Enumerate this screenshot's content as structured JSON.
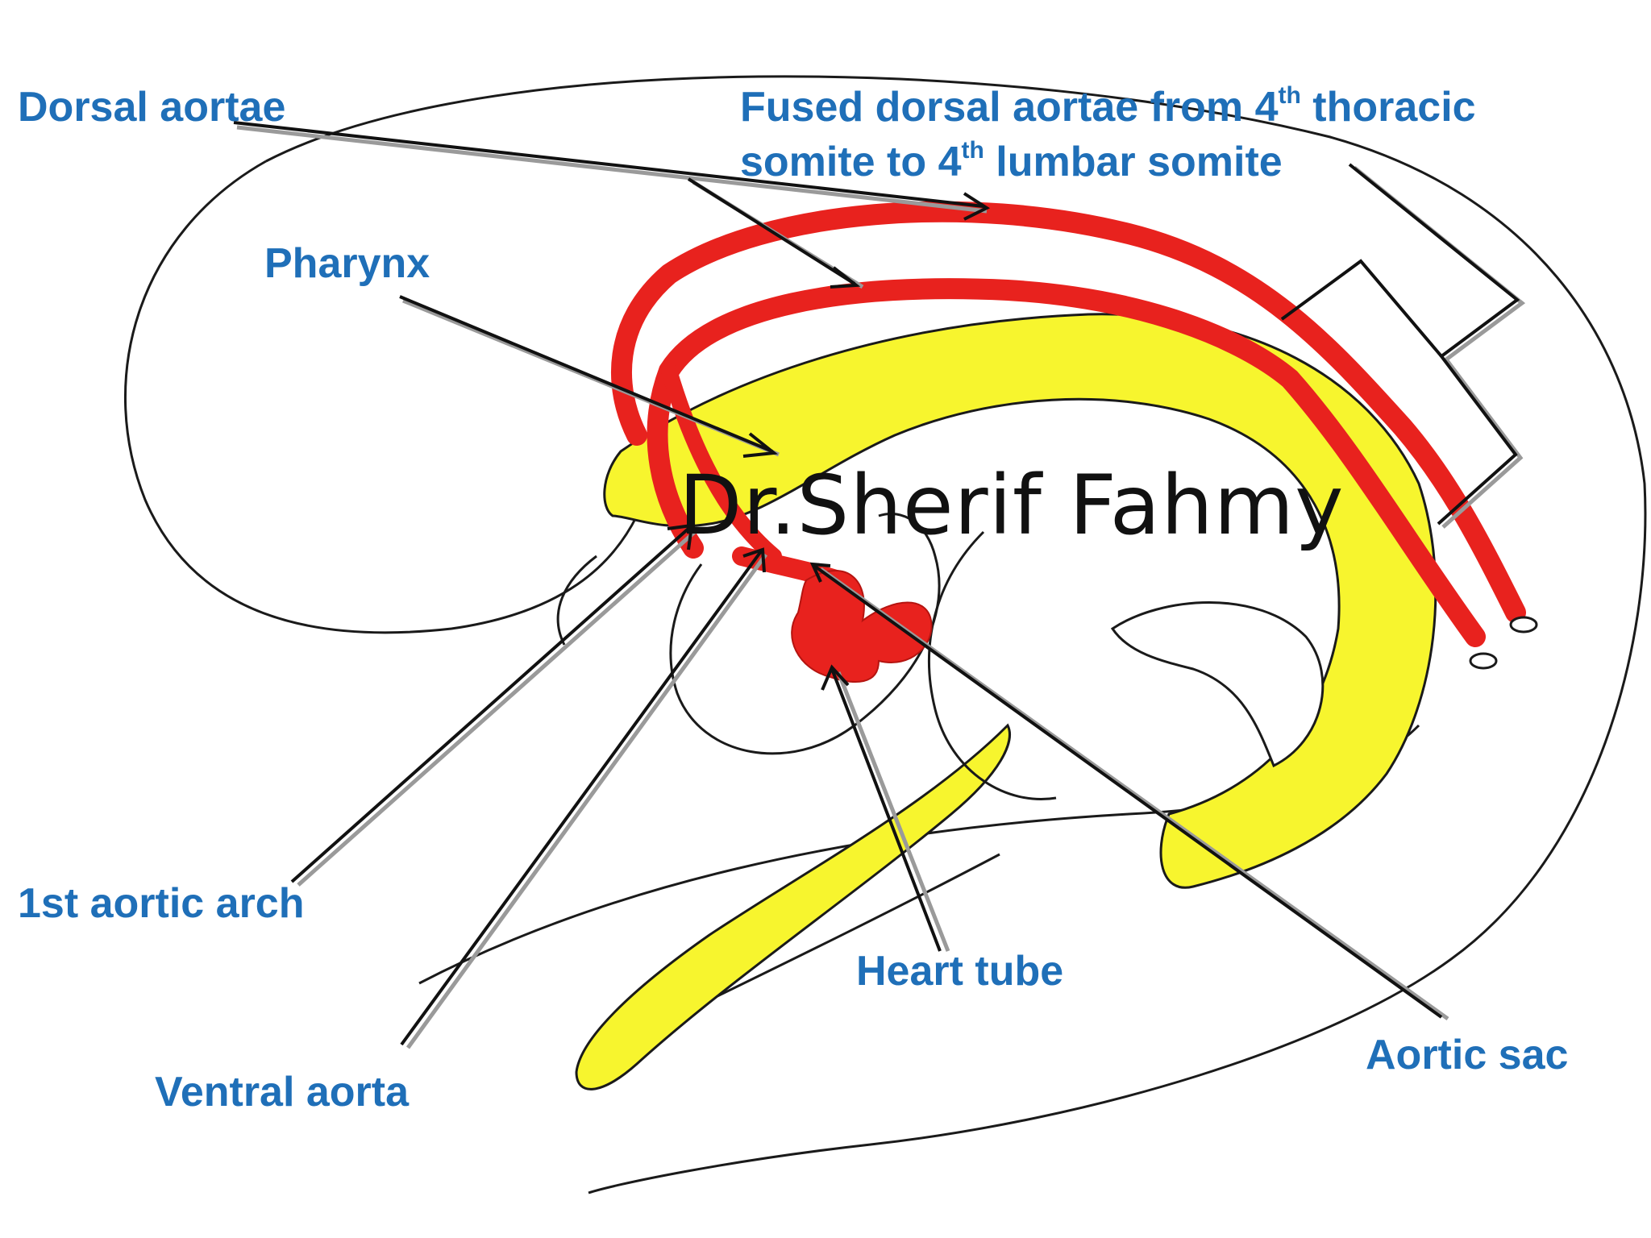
{
  "colors": {
    "label_text": "#1f6fb8",
    "vessel_red": "#e8221e",
    "endoderm_yellow": "#f7f52e",
    "outline": "#1a1a1a",
    "background": "#ffffff"
  },
  "labels": {
    "dorsal_aortae": "Dorsal aortae",
    "fused_line1_a": "Fused dorsal aortae from 4",
    "fused_line1_sup": "th",
    "fused_line1_b": " thoracic",
    "fused_line2_a": "somite to 4",
    "fused_line2_sup": "th",
    "fused_line2_b": " lumbar somite",
    "pharynx": "Pharynx",
    "first_aortic_arch": "1st aortic arch",
    "ventral_aorta": "Ventral aorta",
    "heart_tube": "Heart tube",
    "aortic_sac": "Aortic sac"
  },
  "watermark": "Dr.Sherif Fahmy"
}
